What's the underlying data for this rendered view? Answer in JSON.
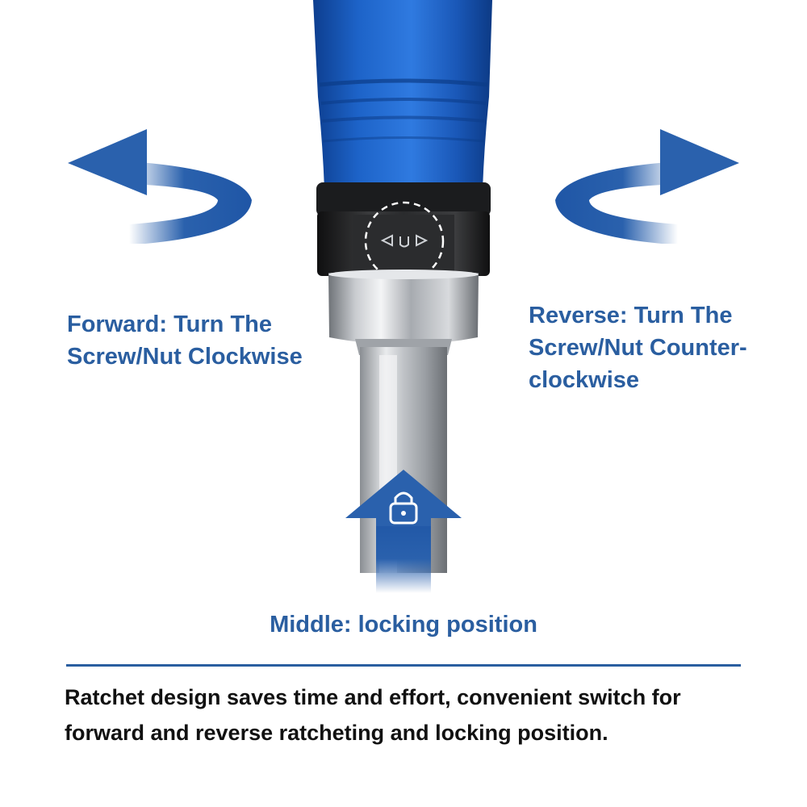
{
  "colors": {
    "accent": "#2a5ea0",
    "handle_blue": "#1f63c9",
    "text_dark": "#111111"
  },
  "product_image": {
    "name": "ratchet screwdriver with direction switch",
    "switch_arrows_glyph": "⁀ ‹ ›"
  },
  "labels": {
    "forward": "Forward:  Turn The\nScrew/Nut Clockwise",
    "reverse": "Reverse: Turn The\nScrew/Nut Counter-\nclockwise",
    "middle": "Middle: locking position"
  },
  "icons": {
    "forward_arrow": "curved-arrow-left-icon",
    "reverse_arrow": "curved-arrow-right-icon",
    "middle_arrow": "arrow-up-icon",
    "lock": "padlock-icon"
  },
  "description": "Ratchet design saves time and effort, convenient switch for forward and reverse ratcheting and locking position."
}
